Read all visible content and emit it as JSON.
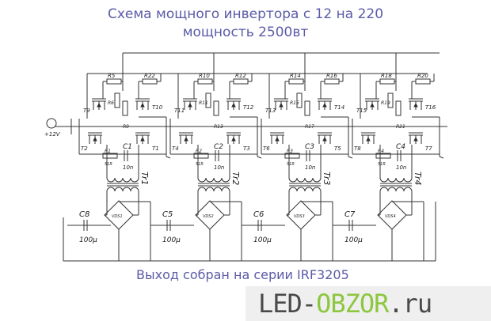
{
  "title_line1": "Схема мощного инвертора с 12 на 220",
  "title_line2": "мощность 2500вт",
  "supply_label": "+12V",
  "units": [
    {
      "r_top_a": "R5",
      "r_side_a": "R6",
      "t_top_a": "T9",
      "r_top_b": "R22",
      "t_top_b": "T10",
      "r_mid": "R9",
      "t_bot_a": "T2",
      "t_bot_b": "T1",
      "r_snub": "R1",
      "r_val": "51R",
      "c_snub": "C1",
      "c_val": "10n",
      "transformer": "Tr1",
      "bridge": "VDS1"
    },
    {
      "r_top_a": "R10",
      "r_side_a": "R11",
      "t_top_a": "T11",
      "r_top_b": "R12",
      "t_top_b": "T12",
      "r_mid": "R13",
      "t_bot_a": "T4",
      "t_bot_b": "T3",
      "r_snub": "R2",
      "r_val": "51R",
      "c_snub": "C2",
      "c_val": "10n",
      "transformer": "Tr2",
      "bridge": "VDS2"
    },
    {
      "r_top_a": "R14",
      "r_side_a": "R15",
      "t_top_a": "T13",
      "r_top_b": "R16",
      "t_top_b": "T14",
      "r_mid": "R17",
      "t_bot_a": "T6",
      "t_bot_b": "T5",
      "r_snub": "R3",
      "r_val": "51R",
      "c_snub": "C3",
      "c_val": "10n",
      "transformer": "Tr3",
      "bridge": "VDS3"
    },
    {
      "r_top_a": "R18",
      "r_side_a": "R19",
      "t_top_a": "T15",
      "r_top_b": "R20",
      "t_top_b": "T16",
      "r_mid": "R21",
      "t_bot_a": "T8",
      "t_bot_b": "T7",
      "r_snub": "R4",
      "r_val": "51R",
      "c_snub": "C4",
      "c_val": "10n",
      "transformer": "Tr4",
      "bridge": "VDS4"
    }
  ],
  "output_caps": [
    {
      "name": "C8",
      "value": "100µ"
    },
    {
      "name": "C5",
      "value": "100µ"
    },
    {
      "name": "C6",
      "value": "100µ"
    },
    {
      "name": "C7",
      "value": "100µ"
    }
  ],
  "footer": "Выход собран на серии IRF3205",
  "watermark": {
    "part1": "LED-",
    "part2": "OBZOR",
    "part3": ".ru"
  }
}
